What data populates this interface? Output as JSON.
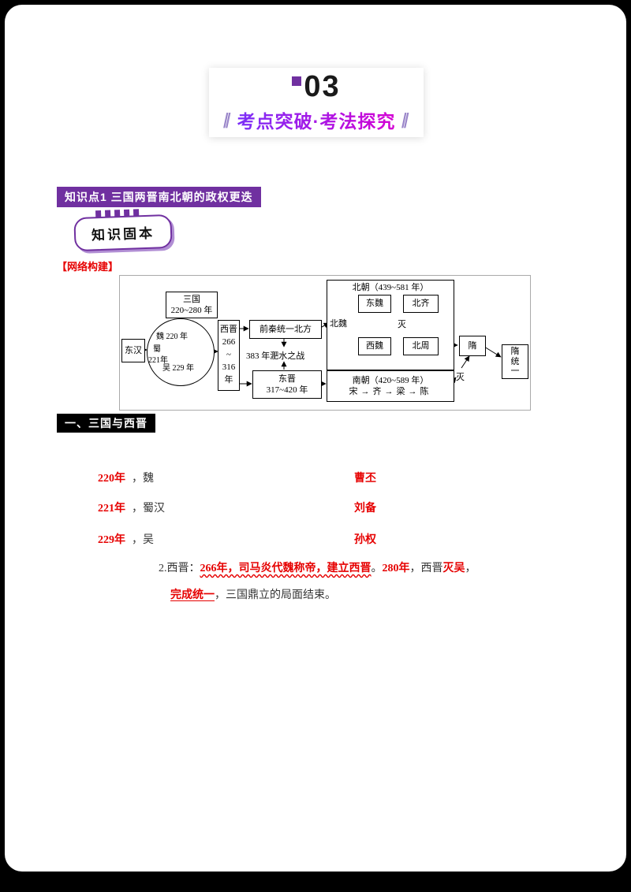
{
  "header": {
    "number": "03",
    "title": "考点突破·考法探究",
    "slash": "∥"
  },
  "knowledge_point": {
    "label": "知识点1 三国两晋南北朝的政权更迭"
  },
  "stamp": {
    "label": "知识固本"
  },
  "network_tag": "【网络构建】",
  "diagram": {
    "donghan": "东汉",
    "sanguo": {
      "line1": "三国",
      "line2": "220~280 年"
    },
    "pie": {
      "wei": "魏 220 年",
      "shu": "蜀",
      "shu_year": "221年",
      "wu": "吴 229 年"
    },
    "xijin": {
      "l1": "西晋",
      "l2": "266",
      "l3": "~",
      "l4": "316",
      "l5": "年"
    },
    "qianqin": "前秦统一北方",
    "feishui": "383 年淝水之战",
    "dongjin": {
      "line1": "东晋",
      "line2": "317~420 年"
    },
    "beichao": {
      "title": "北朝（439~581 年）",
      "beiwei": "北魏",
      "dongwei": "东魏",
      "beiqi": "北齐",
      "xiwei": "西魏",
      "beizhou": "北周",
      "mie": "灭"
    },
    "sui": "隋",
    "nanchao": {
      "line1": "南朝（420~589 年）",
      "line2": "宋→齐→梁→陈"
    },
    "mie2": "灭",
    "suitongyi": {
      "l1": "隋",
      "l2": "统",
      "l3": "一"
    }
  },
  "section1": {
    "title": "一、三国与西晋",
    "rows": [
      {
        "year": "220年",
        "state": "，魏",
        "founder": "曹丕"
      },
      {
        "year": "221年",
        "state": "，蜀汉",
        "founder": "刘备"
      },
      {
        "year": "229年",
        "state": "，吴",
        "founder": "孙权"
      }
    ],
    "para": {
      "prefix": "2.西晋：",
      "wavy": "266年，司马炎代魏称帝，建立西晋",
      "mid1": "。",
      "red1": "280年",
      "mid2": "，西晋",
      "red2": "灭吴",
      "mid3": "，",
      "line2_red": "完成统一",
      "line2_rest": "，三国鼎立的局面结束。"
    }
  },
  "colors": {
    "accent_purple": "#7030a0",
    "answer_red": "#e60000",
    "label_black": "#000000"
  }
}
